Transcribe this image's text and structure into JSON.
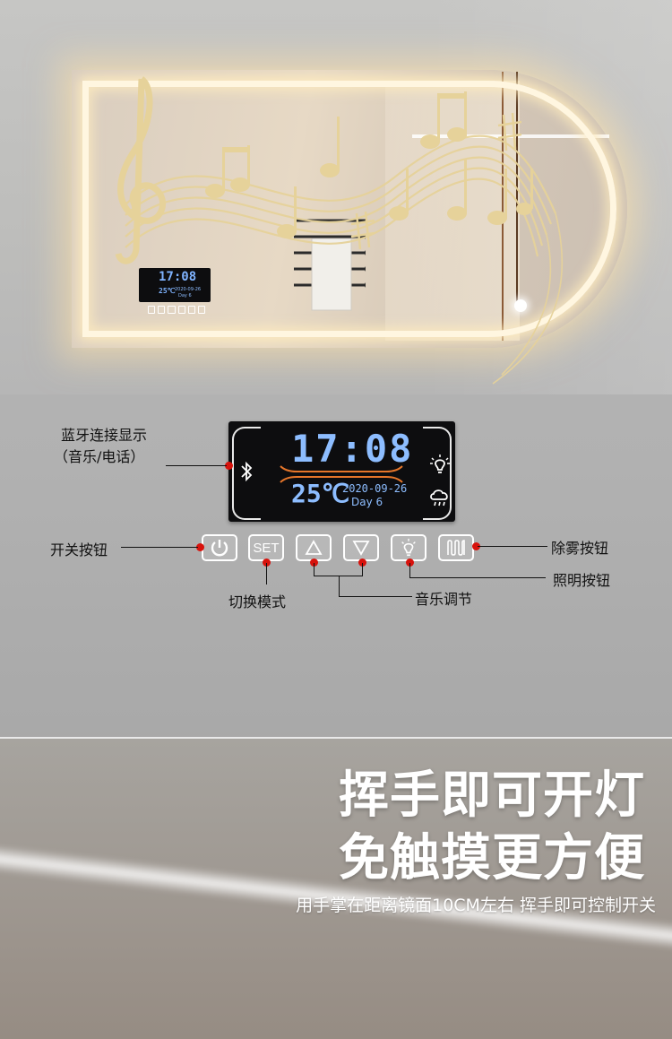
{
  "panel": {
    "time": "17:08",
    "temperature": "25℃",
    "date": "2020-09-26",
    "day": "Day 6"
  },
  "mini_panel": {
    "time": "17:08",
    "temperature": "25℃",
    "date": "2020-09-26",
    "day": "Day 6"
  },
  "buttons": {
    "set_label": "SET"
  },
  "labels": {
    "bluetooth": "蓝牙连接显示",
    "bluetooth_sub": "（音乐/电话）",
    "power": "开关按钮",
    "mode": "切换模式",
    "music": "音乐调节",
    "defog": "除雾按钮",
    "light": "照明按钮"
  },
  "promo": {
    "headline_1": "挥手即可开灯",
    "headline_2": "免触摸更方便",
    "subline": "用手掌在距离镜面10CM左右 挥手即可控制开关"
  },
  "colors": {
    "accent_red": "#d8120c",
    "display_blue": "#8dbdff",
    "display_orange": "#e6762a"
  }
}
